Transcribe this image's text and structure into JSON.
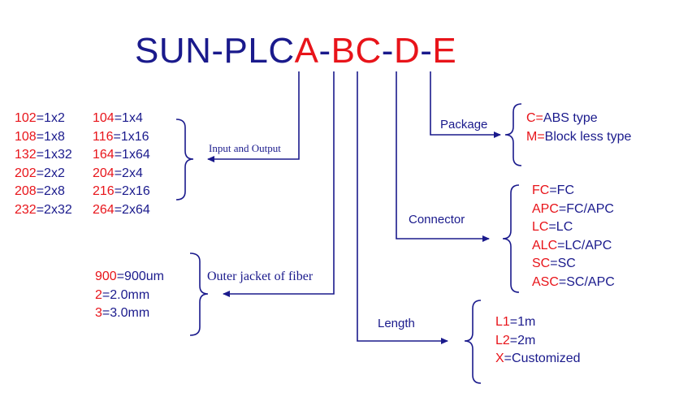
{
  "title": {
    "base": "SUN-PLC",
    "a": "A",
    "d1": "-",
    "bc": "BC",
    "d2": "-",
    "d": "D",
    "d3": "-",
    "e": "E"
  },
  "input_output": {
    "label": "Input and Output",
    "options": [
      {
        "code": "102",
        "value": "=1x2",
        "code2": "104",
        "value2": "=1x4"
      },
      {
        "code": "108",
        "value": "=1x8",
        "code2": "116",
        "value2": "=1x16"
      },
      {
        "code": "132",
        "value": "=1x32",
        "code2": "164",
        "value2": "=1x64"
      },
      {
        "code": "202",
        "value": "=2x2",
        "code2": "204",
        "value2": "=2x4"
      },
      {
        "code": "208",
        "value": "=2x8",
        "code2": "216",
        "value2": "=2x16"
      },
      {
        "code": "232",
        "value": "=2x32",
        "code2": "264",
        "value2": "=2x64"
      }
    ]
  },
  "jacket": {
    "label": "Outer jacket of fiber",
    "options": [
      {
        "code": "900",
        "value": "=900um"
      },
      {
        "code": "2",
        "value": "=2.0mm"
      },
      {
        "code": "3",
        "value": "=3.0mm"
      }
    ]
  },
  "package": {
    "label": "Package",
    "options": [
      {
        "code": "C=",
        "value": "ABS type"
      },
      {
        "code": "M=",
        "value": "Block less type"
      }
    ]
  },
  "connector": {
    "label": "Connector",
    "options": [
      {
        "code": "FC",
        "value": "=FC"
      },
      {
        "code": "APC",
        "value": "=FC/APC"
      },
      {
        "code": "LC",
        "value": "=LC"
      },
      {
        "code": "ALC",
        "value": "=LC/APC"
      },
      {
        "code": "SC",
        "value": "=SC"
      },
      {
        "code": "ASC",
        "value": "=SC/APC"
      }
    ]
  },
  "length": {
    "label": "Length",
    "options": [
      {
        "code": "L1",
        "value": "=1m"
      },
      {
        "code": "L2",
        "value": "=2m"
      },
      {
        "code": "X",
        "value": "=Customized"
      }
    ]
  },
  "colors": {
    "code": "#e8141a",
    "text": "#1a1a8c",
    "lines": "#1a1a8c"
  }
}
